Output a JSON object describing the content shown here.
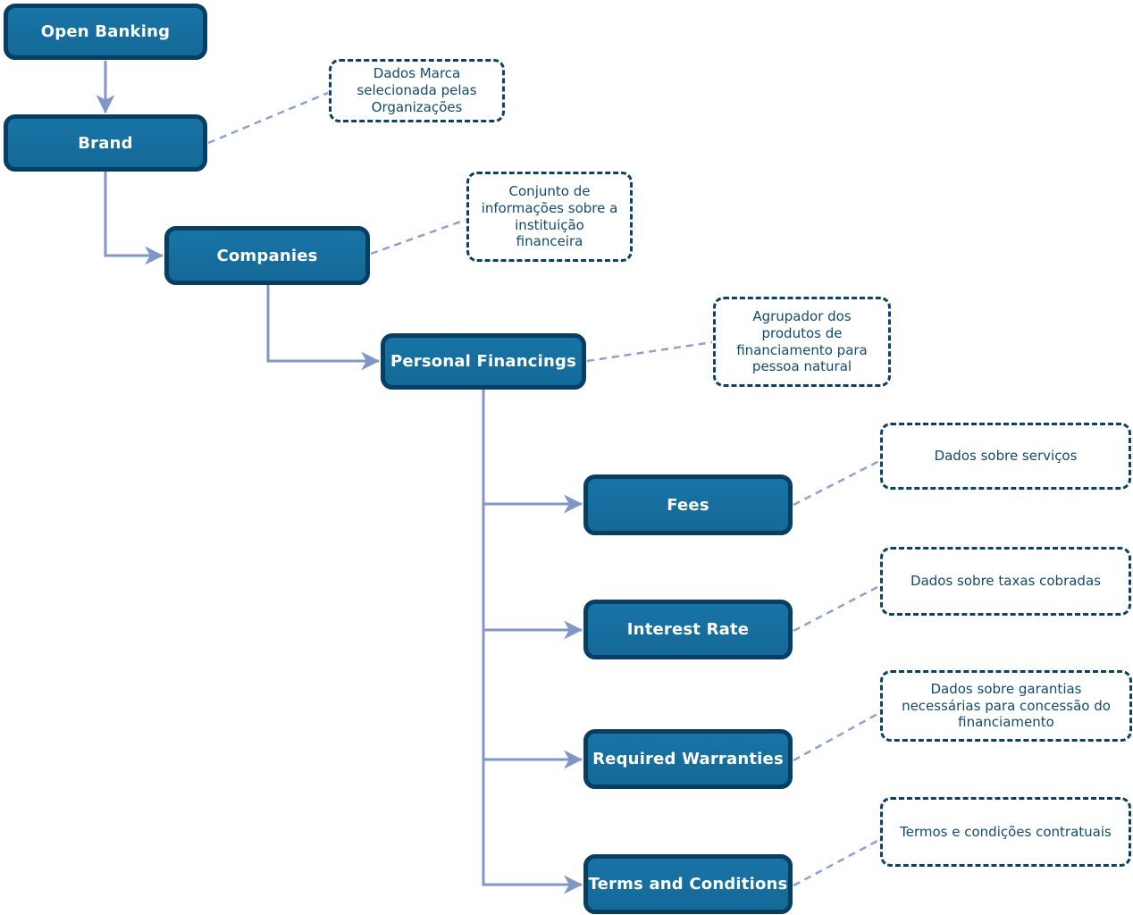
{
  "diagram": {
    "language_of_notes": "pt-BR",
    "root": "Open Banking",
    "colors": {
      "node_fill": "#1571a2",
      "node_border": "#063e64",
      "node_text": "#ffffff",
      "note_border": "#0c4168",
      "note_text": "#114a72",
      "connector": "#8095c8",
      "note_connector": "#8da1d2",
      "background": "#ffffff"
    }
  },
  "nodes": [
    {
      "id": "open-banking",
      "label": "Open Banking"
    },
    {
      "id": "brand",
      "label": "Brand",
      "note": "Dados Marca selecionada pelas Organizações"
    },
    {
      "id": "companies",
      "label": "Companies",
      "note": "Conjunto de informações sobre a instituição financeira"
    },
    {
      "id": "personal-financings",
      "label": "Personal Financings",
      "note": "Agrupador dos produtos de financiamento para pessoa natural"
    },
    {
      "id": "fees",
      "label": "Fees",
      "note": "Dados sobre serviços"
    },
    {
      "id": "interest-rate",
      "label": "Interest Rate",
      "note": "Dados sobre taxas cobradas"
    },
    {
      "id": "required-warranties",
      "label": "Required Warranties",
      "note": "Dados sobre garantias necessárias para concessão do financiamento"
    },
    {
      "id": "terms-and-conditions",
      "label": "Terms and Conditions",
      "note": "Termos e condições contratuais"
    }
  ],
  "edges": [
    {
      "from": "Open Banking",
      "to": "Brand"
    },
    {
      "from": "Brand",
      "to": "Companies"
    },
    {
      "from": "Companies",
      "to": "Personal Financings"
    },
    {
      "from": "Personal Financings",
      "to": "Fees"
    },
    {
      "from": "Personal Financings",
      "to": "Interest Rate"
    },
    {
      "from": "Personal Financings",
      "to": "Required Warranties"
    },
    {
      "from": "Personal Financings",
      "to": "Terms and Conditions"
    }
  ]
}
